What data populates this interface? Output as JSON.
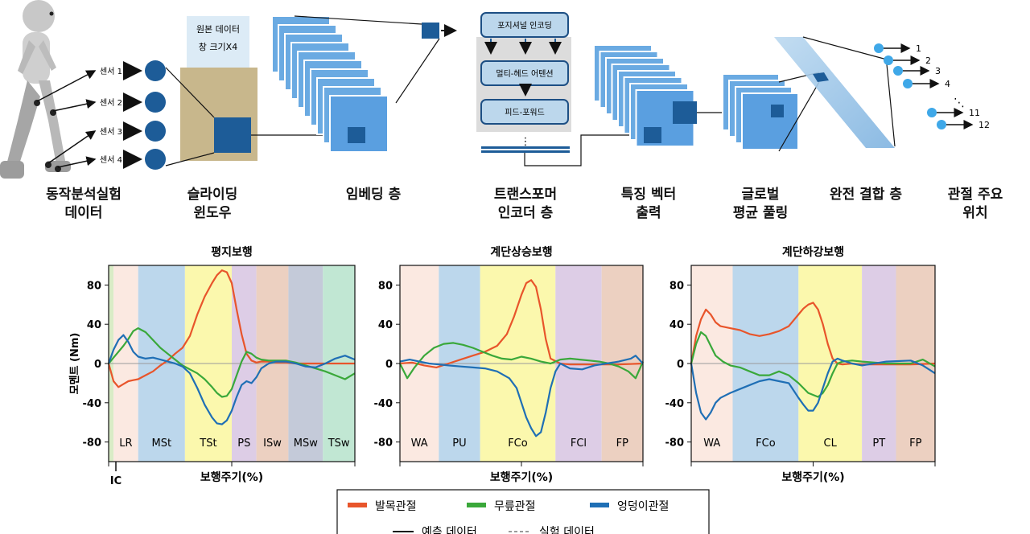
{
  "pipeline": {
    "stage_labels": [
      {
        "line1": "동작분석실험",
        "line2": "데이터"
      },
      {
        "line1": "슬라이딩",
        "line2": "윈도우"
      },
      {
        "line1": "임베딩 층",
        "line2": ""
      },
      {
        "line1": "트랜스포머",
        "line2": "인코더 층"
      },
      {
        "line1": "특징 벡터",
        "line2": "출력"
      },
      {
        "line1": "글로벌",
        "line2": "평균 풀링"
      },
      {
        "line1": "완전 결합 층",
        "line2": ""
      },
      {
        "line1": "관절 주요",
        "line2": "위치"
      }
    ],
    "sensors": [
      "센서 1",
      "센서 2",
      "센서 3",
      "센서 4"
    ],
    "raw_data_box": {
      "line1": "원본 데이터",
      "line2": "창 크기X4"
    },
    "encoder_blocks": [
      "포지셔널 인코딩",
      "멀티-헤드 어텐션",
      "피드-포워드"
    ],
    "encoder_dots": "⋮",
    "joint_outputs": [
      "1",
      "2",
      "3",
      "4",
      "11",
      "12"
    ],
    "joint_dots": "⋱"
  },
  "charts": {
    "ylabel": "모멘트 (Nm)",
    "xlabel": "보행주기(%)",
    "ic_label": "IC",
    "y_ticks": [
      "80",
      "40",
      "0",
      "-40",
      "-80"
    ]
  },
  "legend": {
    "entries": [
      {
        "label": "발목관절",
        "color": "#e8552b"
      },
      {
        "label": "무릎관절",
        "color": "#3aa83a"
      },
      {
        "label": "엉덩이관절",
        "color": "#1f6fb5"
      }
    ],
    "pred_label": "예측 데이터",
    "exp_label": "실험 데이터"
  },
  "chart_data": [
    {
      "type": "line",
      "title": "평지보행",
      "xlabel": "보행주기(%)",
      "ylabel": "모멘트 (Nm)",
      "x_range": [
        0,
        100
      ],
      "ylim": [
        -100,
        100
      ],
      "y_ticks": [
        -80,
        -40,
        0,
        40,
        80
      ],
      "phases": [
        {
          "label": "",
          "start": 0,
          "end": 2,
          "color": "#d9ecc6"
        },
        {
          "label": "LR",
          "start": 2,
          "end": 12,
          "color": "#fbe9e1"
        },
        {
          "label": "MSt",
          "start": 12,
          "end": 31,
          "color": "#bcd7ec"
        },
        {
          "label": "TSt",
          "start": 31,
          "end": 50,
          "color": "#fbf8ad"
        },
        {
          "label": "PS",
          "start": 50,
          "end": 60,
          "color": "#ddcde6"
        },
        {
          "label": "ISw",
          "start": 60,
          "end": 73,
          "color": "#ecd0c1"
        },
        {
          "label": "MSw",
          "start": 73,
          "end": 87,
          "color": "#c4cad9"
        },
        {
          "label": "TSw",
          "start": 87,
          "end": 100,
          "color": "#c1e7d3"
        }
      ],
      "series": [
        {
          "name": "발목관절",
          "color": "#e8552b",
          "x": [
            0,
            2,
            4,
            6,
            8,
            10,
            12,
            15,
            18,
            21,
            24,
            27,
            30,
            33,
            36,
            39,
            42,
            44,
            46,
            48,
            50,
            52,
            54,
            56,
            58,
            60,
            62,
            65,
            68,
            72,
            76,
            80,
            84,
            88,
            92,
            96,
            100
          ],
          "y": [
            0,
            -18,
            -24,
            -21,
            -18,
            -17,
            -16,
            -12,
            -8,
            -2,
            3,
            10,
            16,
            28,
            50,
            68,
            82,
            90,
            95,
            93,
            82,
            55,
            30,
            10,
            3,
            1,
            2,
            2,
            1,
            1,
            0,
            0,
            0,
            0,
            0,
            0,
            0
          ]
        },
        {
          "name": "무릎관절",
          "color": "#3aa83a",
          "x": [
            0,
            2,
            4,
            6,
            8,
            10,
            12,
            15,
            18,
            21,
            24,
            27,
            30,
            33,
            36,
            39,
            42,
            44,
            46,
            48,
            50,
            52,
            54,
            56,
            58,
            60,
            62,
            65,
            68,
            72,
            76,
            80,
            84,
            88,
            92,
            96,
            100
          ],
          "y": [
            0,
            6,
            12,
            18,
            25,
            33,
            36,
            32,
            24,
            16,
            10,
            4,
            -2,
            -6,
            -10,
            -16,
            -24,
            -30,
            -34,
            -33,
            -26,
            -12,
            2,
            12,
            10,
            6,
            4,
            3,
            3,
            3,
            1,
            -2,
            -5,
            -8,
            -12,
            -16,
            -10
          ]
        },
        {
          "name": "엉덩이관절",
          "color": "#1f6fb5",
          "x": [
            0,
            2,
            4,
            6,
            8,
            10,
            12,
            15,
            18,
            21,
            24,
            27,
            30,
            33,
            36,
            39,
            42,
            44,
            46,
            48,
            50,
            52,
            54,
            56,
            58,
            60,
            62,
            65,
            68,
            72,
            76,
            80,
            84,
            88,
            92,
            96,
            100
          ],
          "y": [
            0,
            14,
            24,
            29,
            22,
            12,
            7,
            5,
            6,
            4,
            2,
            0,
            -3,
            -10,
            -25,
            -42,
            -55,
            -61,
            -62,
            -58,
            -48,
            -34,
            -22,
            -18,
            -20,
            -14,
            -5,
            0,
            2,
            2,
            0,
            -3,
            -4,
            0,
            5,
            8,
            4
          ]
        }
      ]
    },
    {
      "type": "line",
      "title": "계단상승보행",
      "xlabel": "보행주기(%)",
      "ylabel": "모멘트 (Nm)",
      "x_range": [
        0,
        100
      ],
      "ylim": [
        -100,
        100
      ],
      "y_ticks": [
        -80,
        -40,
        0,
        40,
        80
      ],
      "phases": [
        {
          "label": "WA",
          "start": 0,
          "end": 16,
          "color": "#fbe9e1"
        },
        {
          "label": "PU",
          "start": 16,
          "end": 33,
          "color": "#bcd7ec"
        },
        {
          "label": "FCo",
          "start": 33,
          "end": 64,
          "color": "#fbf8ad"
        },
        {
          "label": "FCl",
          "start": 64,
          "end": 83,
          "color": "#ddcde6"
        },
        {
          "label": "FP",
          "start": 83,
          "end": 100,
          "color": "#ecd0c1"
        }
      ],
      "series": [
        {
          "name": "발목관절",
          "color": "#e8552b",
          "x": [
            0,
            5,
            10,
            15,
            20,
            25,
            30,
            35,
            40,
            44,
            47,
            50,
            52,
            54,
            56,
            58,
            60,
            62,
            66,
            70,
            80,
            90,
            100
          ],
          "y": [
            0,
            1,
            -2,
            -4,
            0,
            4,
            8,
            12,
            18,
            30,
            48,
            70,
            82,
            85,
            78,
            55,
            25,
            5,
            0,
            -1,
            -1,
            -1,
            0
          ]
        },
        {
          "name": "무릎관절",
          "color": "#3aa83a",
          "x": [
            0,
            3,
            6,
            10,
            14,
            18,
            22,
            26,
            30,
            34,
            38,
            42,
            46,
            50,
            54,
            58,
            62,
            66,
            70,
            74,
            78,
            82,
            86,
            90,
            94,
            97,
            100
          ],
          "y": [
            0,
            -15,
            -4,
            8,
            16,
            20,
            21,
            19,
            16,
            12,
            8,
            5,
            4,
            7,
            5,
            2,
            0,
            4,
            5,
            4,
            3,
            2,
            0,
            -3,
            -8,
            -15,
            2
          ]
        },
        {
          "name": "엉덩이관절",
          "color": "#1f6fb5",
          "x": [
            0,
            4,
            8,
            12,
            16,
            20,
            25,
            30,
            35,
            40,
            45,
            48,
            50,
            52,
            54,
            56,
            58,
            60,
            62,
            64,
            66,
            70,
            75,
            80,
            85,
            90,
            95,
            97,
            100
          ],
          "y": [
            2,
            4,
            2,
            0,
            -1,
            -2,
            -3,
            -4,
            -5,
            -8,
            -15,
            -25,
            -40,
            -55,
            -66,
            -74,
            -70,
            -50,
            -25,
            -8,
            0,
            -5,
            -6,
            -2,
            0,
            2,
            5,
            8,
            0
          ]
        }
      ]
    },
    {
      "type": "line",
      "title": "계단하강보행",
      "xlabel": "보행주기(%)",
      "ylabel": "모멘트 (Nm)",
      "x_range": [
        0,
        100
      ],
      "ylim": [
        -100,
        100
      ],
      "y_ticks": [
        -80,
        -40,
        0,
        40,
        80
      ],
      "phases": [
        {
          "label": "WA",
          "start": 0,
          "end": 17,
          "color": "#fbe9e1"
        },
        {
          "label": "FCo",
          "start": 17,
          "end": 44,
          "color": "#bcd7ec"
        },
        {
          "label": "CL",
          "start": 44,
          "end": 70,
          "color": "#fbf8ad"
        },
        {
          "label": "PT",
          "start": 70,
          "end": 84,
          "color": "#ddcde6"
        },
        {
          "label": "FP",
          "start": 84,
          "end": 100,
          "color": "#ecd0c1"
        }
      ],
      "series": [
        {
          "name": "발목관절",
          "color": "#e8552b",
          "x": [
            0,
            2,
            4,
            6,
            8,
            10,
            12,
            16,
            20,
            24,
            28,
            32,
            36,
            40,
            44,
            46,
            48,
            50,
            52,
            54,
            56,
            58,
            60,
            62,
            66,
            70,
            80,
            90,
            100
          ],
          "y": [
            0,
            28,
            45,
            55,
            50,
            42,
            38,
            36,
            34,
            30,
            28,
            30,
            33,
            38,
            50,
            56,
            60,
            62,
            55,
            40,
            20,
            5,
            0,
            -1,
            0,
            -1,
            -1,
            -1,
            0
          ]
        },
        {
          "name": "무릎관절",
          "color": "#3aa83a",
          "x": [
            0,
            2,
            4,
            6,
            8,
            10,
            13,
            16,
            20,
            24,
            28,
            32,
            36,
            40,
            44,
            48,
            52,
            54,
            56,
            58,
            60,
            62,
            66,
            70,
            80,
            90,
            95,
            100
          ],
          "y": [
            0,
            20,
            32,
            28,
            18,
            8,
            2,
            -2,
            -4,
            -8,
            -12,
            -12,
            -8,
            -12,
            -20,
            -30,
            -34,
            -30,
            -22,
            -10,
            0,
            2,
            3,
            2,
            0,
            0,
            4,
            -3
          ]
        },
        {
          "name": "엉덩이관절",
          "color": "#1f6fb5",
          "x": [
            0,
            2,
            4,
            6,
            8,
            10,
            12,
            16,
            20,
            24,
            28,
            32,
            36,
            40,
            44,
            46,
            48,
            50,
            52,
            54,
            56,
            58,
            60,
            62,
            66,
            70,
            80,
            90,
            95,
            100
          ],
          "y": [
            0,
            -30,
            -50,
            -57,
            -50,
            -40,
            -35,
            -30,
            -26,
            -22,
            -18,
            -16,
            -18,
            -20,
            -35,
            -42,
            -48,
            -48,
            -40,
            -25,
            -10,
            2,
            5,
            3,
            0,
            -2,
            2,
            3,
            -2,
            -10
          ]
        }
      ]
    }
  ]
}
